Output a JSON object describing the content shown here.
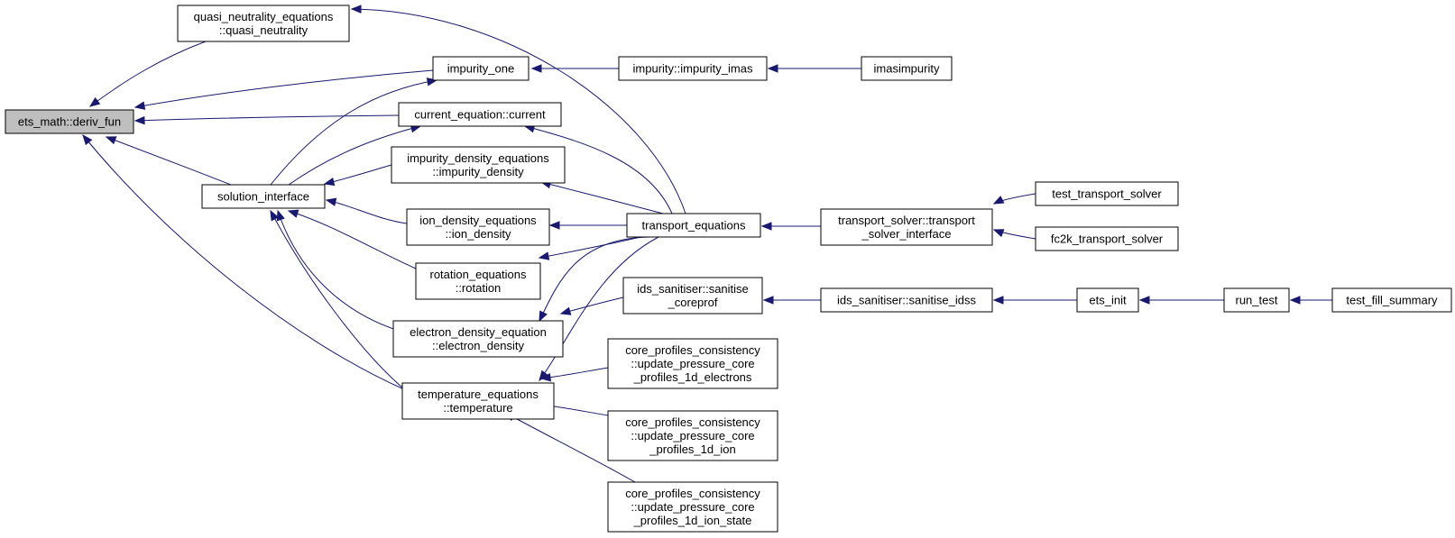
{
  "graph": {
    "nodes": {
      "deriv_fun": [
        "ets_math::deriv_fun"
      ],
      "quasi_neutrality": [
        "quasi_neutrality_equations",
        "::quasi_neutrality"
      ],
      "impurity_one": [
        "impurity_one"
      ],
      "current": [
        "current_equation::current"
      ],
      "solution_interface": [
        "solution_interface"
      ],
      "impurity_density": [
        "impurity_density_equations",
        "::impurity_density"
      ],
      "ion_density": [
        "ion_density_equations",
        "::ion_density"
      ],
      "rotation": [
        "rotation_equations",
        "::rotation"
      ],
      "electron_density": [
        "electron_density_equation",
        "::electron_density"
      ],
      "temperature": [
        "temperature_equations",
        "::temperature"
      ],
      "impurity_imas": [
        "impurity::impurity_imas"
      ],
      "imasimpurity": [
        "imasimpurity"
      ],
      "transport_equations": [
        "transport_equations"
      ],
      "sanitise_coreprof": [
        "ids_sanitiser::sanitise",
        "_coreprof"
      ],
      "upd_electrons": [
        "core_profiles_consistency",
        "::update_pressure_core",
        "_profiles_1d_electrons"
      ],
      "upd_ion": [
        "core_profiles_consistency",
        "::update_pressure_core",
        "_profiles_1d_ion"
      ],
      "upd_ion_state": [
        "core_profiles_consistency",
        "::update_pressure_core",
        "_profiles_1d_ion_state"
      ],
      "transport_solver_interface": [
        "transport_solver::transport",
        "_solver_interface"
      ],
      "sanitise_idss": [
        "ids_sanitiser::sanitise_idss"
      ],
      "test_transport_solver": [
        "test_transport_solver"
      ],
      "fc2k_transport_solver": [
        "fc2k_transport_solver"
      ],
      "ets_init": [
        "ets_init"
      ],
      "run_test": [
        "run_test"
      ],
      "test_fill_summary": [
        "test_fill_summary"
      ]
    }
  }
}
